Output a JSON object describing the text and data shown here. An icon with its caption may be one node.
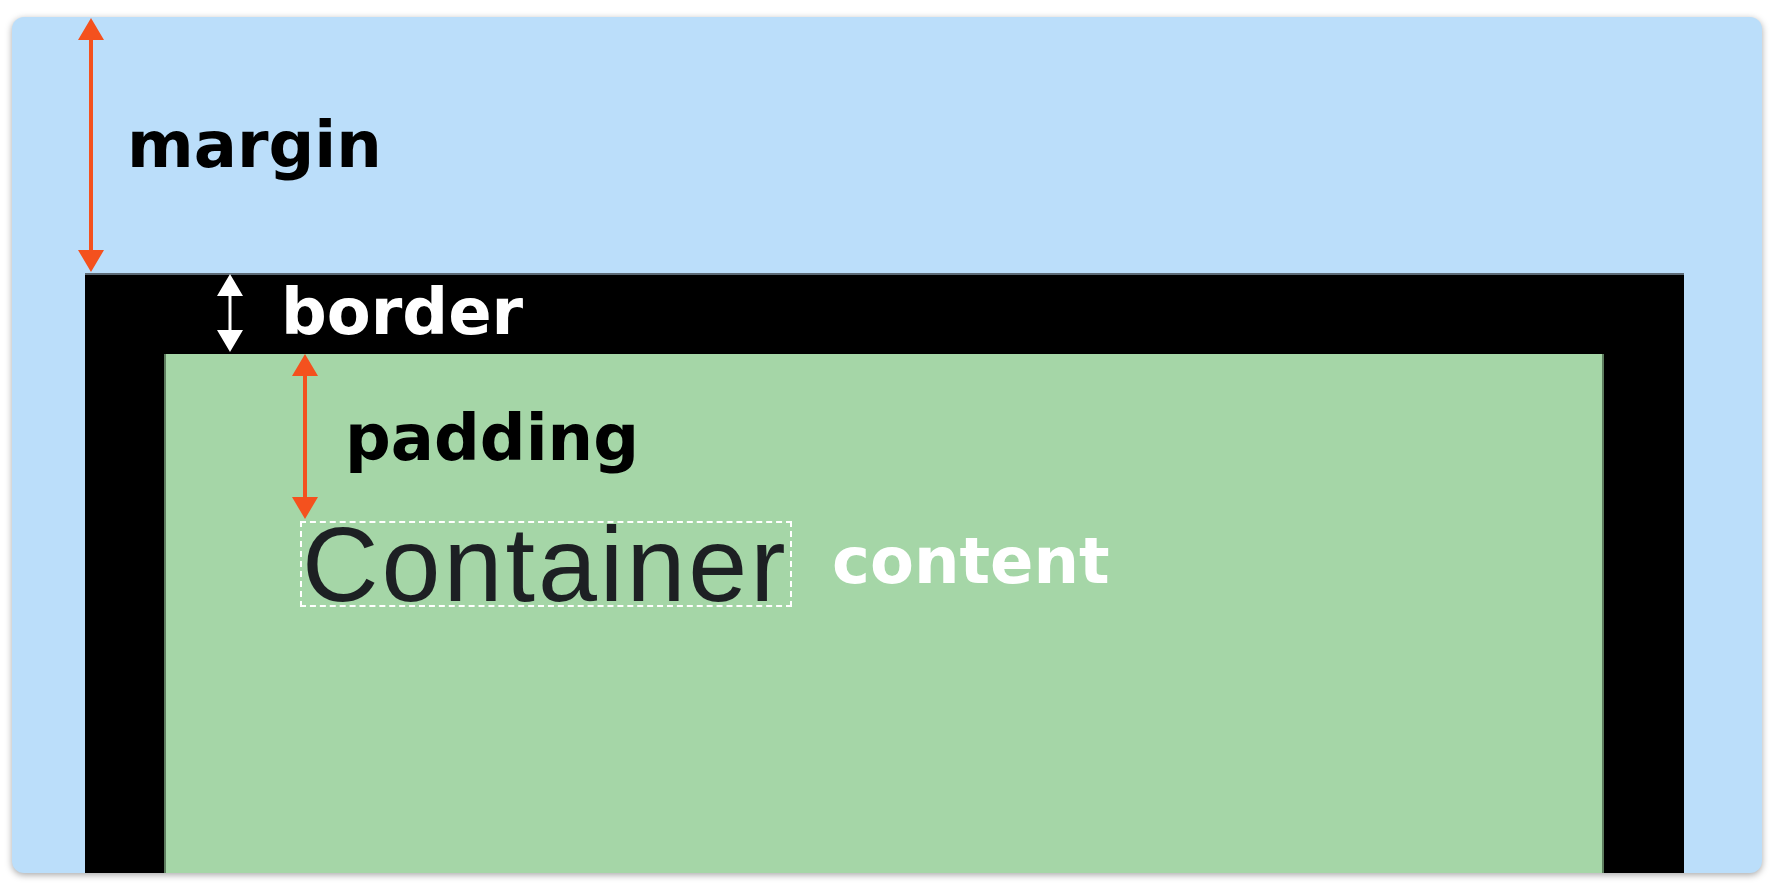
{
  "diagram": {
    "nodes": [
      {
        "text": [
          "margin"
        ]
      },
      {
        "text": [
          "border"
        ],
        "in": 0
      },
      {
        "text": [
          "padding"
        ],
        "in": 1
      },
      {
        "text": [
          "Container"
        ],
        "beside": [
          "content"
        ],
        "in": 2
      }
    ]
  }
}
